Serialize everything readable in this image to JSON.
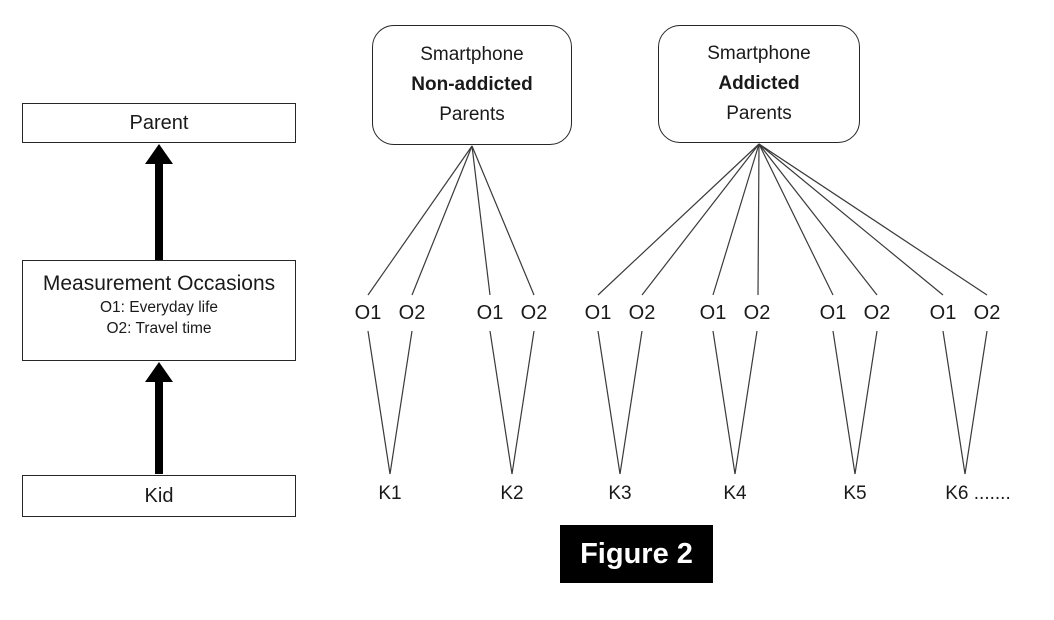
{
  "hierarchy": {
    "parent_label": "Parent",
    "measurement_title": "Measurement Occasions",
    "measurement_sub1": "O1: Everyday life",
    "measurement_sub2": "O2: Travel time",
    "kid_label": "Kid"
  },
  "groups": [
    {
      "line1": "Smartphone",
      "line2": "Non-addicted",
      "line3": "Parents"
    },
    {
      "line1": "Smartphone",
      "line2": "Addicted",
      "line3": "Parents"
    }
  ],
  "pairs": [
    {
      "o1": "O1",
      "o2": "O2",
      "kid": "K1"
    },
    {
      "o1": "O1",
      "o2": "O2",
      "kid": "K2"
    },
    {
      "o1": "O1",
      "o2": "O2",
      "kid": "K3"
    },
    {
      "o1": "O1",
      "o2": "O2",
      "kid": "K4"
    },
    {
      "o1": "O1",
      "o2": "O2",
      "kid": "K5"
    },
    {
      "o1": "O1",
      "o2": "O2",
      "kid": "K6 ......."
    }
  ],
  "caption": "Figure 2",
  "colors": {
    "background": "#ffffff",
    "text": "#1a1a1a",
    "box_border": "#262626",
    "connector_line": "#3a3a3a",
    "arrow": "#000000",
    "caption_background": "#000000",
    "caption_text": "#ffffff"
  }
}
